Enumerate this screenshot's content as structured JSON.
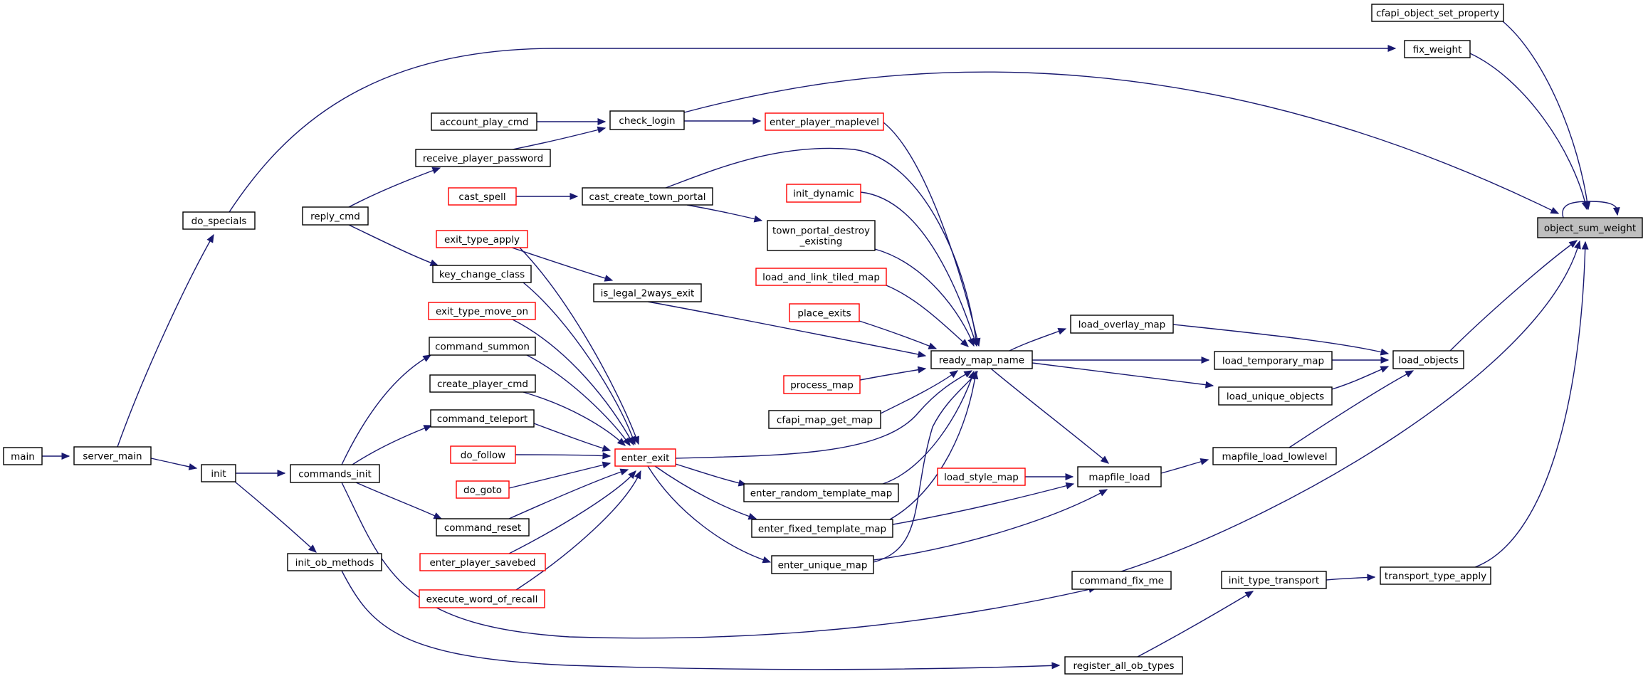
{
  "colors": {
    "edge": "#191970",
    "border_normal": "#000000",
    "border_truncated": "#ff0000",
    "focus_fill": "#bfbfbf",
    "node_fill": "#ffffff"
  },
  "focus_node": "object_sum_weight",
  "nodes": [
    {
      "id": "object_sum_weight",
      "lines": [
        "object_sum_weight"
      ],
      "style": "focus"
    },
    {
      "id": "cfapi_object_set_property",
      "lines": [
        "cfapi_object_set_property"
      ],
      "style": "normal"
    },
    {
      "id": "fix_weight",
      "lines": [
        "fix_weight"
      ],
      "style": "normal"
    },
    {
      "id": "load_objects",
      "lines": [
        "load_objects"
      ],
      "style": "normal"
    },
    {
      "id": "transport_type_apply",
      "lines": [
        "transport_type_apply"
      ],
      "style": "normal"
    },
    {
      "id": "init_type_transport",
      "lines": [
        "init_type_transport"
      ],
      "style": "normal"
    },
    {
      "id": "load_overlay_map",
      "lines": [
        "load_overlay_map"
      ],
      "style": "normal"
    },
    {
      "id": "load_temporary_map",
      "lines": [
        "load_temporary_map"
      ],
      "style": "normal"
    },
    {
      "id": "load_unique_objects",
      "lines": [
        "load_unique_objects"
      ],
      "style": "normal"
    },
    {
      "id": "mapfile_load_lowlevel",
      "lines": [
        "mapfile_load_lowlevel"
      ],
      "style": "normal"
    },
    {
      "id": "mapfile_load",
      "lines": [
        "mapfile_load"
      ],
      "style": "normal"
    },
    {
      "id": "load_style_map",
      "lines": [
        "load_style_map"
      ],
      "style": "truncated"
    },
    {
      "id": "command_fix_me",
      "lines": [
        "command_fix_me"
      ],
      "style": "normal"
    },
    {
      "id": "register_all_ob_types",
      "lines": [
        "register_all_ob_types"
      ],
      "style": "normal"
    },
    {
      "id": "ready_map_name",
      "lines": [
        "ready_map_name"
      ],
      "style": "normal"
    },
    {
      "id": "enter_player_maplevel",
      "lines": [
        "enter_player_maplevel"
      ],
      "style": "truncated"
    },
    {
      "id": "init_dynamic",
      "lines": [
        "init_dynamic"
      ],
      "style": "truncated"
    },
    {
      "id": "town_portal_destroy_existing",
      "lines": [
        "town_portal_destroy",
        "_existing"
      ],
      "style": "normal"
    },
    {
      "id": "load_and_link_tiled_map",
      "lines": [
        "load_and_link_tiled_map"
      ],
      "style": "truncated"
    },
    {
      "id": "place_exits",
      "lines": [
        "place_exits"
      ],
      "style": "truncated"
    },
    {
      "id": "process_map",
      "lines": [
        "process_map"
      ],
      "style": "truncated"
    },
    {
      "id": "cfapi_map_get_map",
      "lines": [
        "cfapi_map_get_map"
      ],
      "style": "normal"
    },
    {
      "id": "enter_random_template_map",
      "lines": [
        "enter_random_template_map"
      ],
      "style": "normal"
    },
    {
      "id": "enter_fixed_template_map",
      "lines": [
        "enter_fixed_template_map"
      ],
      "style": "normal"
    },
    {
      "id": "enter_unique_map",
      "lines": [
        "enter_unique_map"
      ],
      "style": "normal"
    },
    {
      "id": "check_login",
      "lines": [
        "check_login"
      ],
      "style": "normal"
    },
    {
      "id": "account_play_cmd",
      "lines": [
        "account_play_cmd"
      ],
      "style": "normal"
    },
    {
      "id": "receive_player_password",
      "lines": [
        "receive_player_password"
      ],
      "style": "normal"
    },
    {
      "id": "cast_spell",
      "lines": [
        "cast_spell"
      ],
      "style": "truncated"
    },
    {
      "id": "cast_create_town_portal",
      "lines": [
        "cast_create_town_portal"
      ],
      "style": "normal"
    },
    {
      "id": "exit_type_apply",
      "lines": [
        "exit_type_apply"
      ],
      "style": "truncated"
    },
    {
      "id": "is_legal_2ways_exit",
      "lines": [
        "is_legal_2ways_exit"
      ],
      "style": "normal"
    },
    {
      "id": "key_change_class",
      "lines": [
        "key_change_class"
      ],
      "style": "normal"
    },
    {
      "id": "exit_type_move_on",
      "lines": [
        "exit_type_move_on"
      ],
      "style": "truncated"
    },
    {
      "id": "command_summon",
      "lines": [
        "command_summon"
      ],
      "style": "normal"
    },
    {
      "id": "create_player_cmd",
      "lines": [
        "create_player_cmd"
      ],
      "style": "normal"
    },
    {
      "id": "command_teleport",
      "lines": [
        "command_teleport"
      ],
      "style": "normal"
    },
    {
      "id": "do_follow",
      "lines": [
        "do_follow"
      ],
      "style": "truncated"
    },
    {
      "id": "do_goto",
      "lines": [
        "do_goto"
      ],
      "style": "truncated"
    },
    {
      "id": "command_reset",
      "lines": [
        "command_reset"
      ],
      "style": "normal"
    },
    {
      "id": "enter_player_savebed",
      "lines": [
        "enter_player_savebed"
      ],
      "style": "truncated"
    },
    {
      "id": "execute_word_of_recall",
      "lines": [
        "execute_word_of_recall"
      ],
      "style": "truncated"
    },
    {
      "id": "enter_exit",
      "lines": [
        "enter_exit"
      ],
      "style": "truncated"
    },
    {
      "id": "reply_cmd",
      "lines": [
        "reply_cmd"
      ],
      "style": "normal"
    },
    {
      "id": "commands_init",
      "lines": [
        "commands_init"
      ],
      "style": "normal"
    },
    {
      "id": "init_ob_methods",
      "lines": [
        "init_ob_methods"
      ],
      "style": "normal"
    },
    {
      "id": "do_specials",
      "lines": [
        "do_specials"
      ],
      "style": "normal"
    },
    {
      "id": "init",
      "lines": [
        "init"
      ],
      "style": "normal"
    },
    {
      "id": "server_main",
      "lines": [
        "server_main"
      ],
      "style": "normal"
    },
    {
      "id": "main",
      "lines": [
        "main"
      ],
      "style": "normal"
    }
  ],
  "edges": [
    {
      "from": "cfapi_object_set_property",
      "to": "object_sum_weight"
    },
    {
      "from": "fix_weight",
      "to": "object_sum_weight"
    },
    {
      "from": "load_objects",
      "to": "object_sum_weight"
    },
    {
      "from": "transport_type_apply",
      "to": "object_sum_weight"
    },
    {
      "from": "object_sum_weight",
      "to": "object_sum_weight"
    },
    {
      "from": "check_login",
      "to": "object_sum_weight"
    },
    {
      "from": "command_fix_me",
      "to": "object_sum_weight"
    },
    {
      "from": "do_specials",
      "to": "fix_weight"
    },
    {
      "from": "load_overlay_map",
      "to": "load_objects"
    },
    {
      "from": "load_temporary_map",
      "to": "load_objects"
    },
    {
      "from": "load_unique_objects",
      "to": "load_objects"
    },
    {
      "from": "mapfile_load_lowlevel",
      "to": "load_objects"
    },
    {
      "from": "init_type_transport",
      "to": "transport_type_apply"
    },
    {
      "from": "register_all_ob_types",
      "to": "init_type_transport"
    },
    {
      "from": "ready_map_name",
      "to": "load_overlay_map"
    },
    {
      "from": "ready_map_name",
      "to": "load_temporary_map"
    },
    {
      "from": "ready_map_name",
      "to": "load_unique_objects"
    },
    {
      "from": "ready_map_name",
      "to": "mapfile_load"
    },
    {
      "from": "mapfile_load",
      "to": "mapfile_load_lowlevel"
    },
    {
      "from": "load_style_map",
      "to": "mapfile_load"
    },
    {
      "from": "enter_fixed_template_map",
      "to": "mapfile_load"
    },
    {
      "from": "enter_unique_map",
      "to": "mapfile_load"
    },
    {
      "from": "enter_player_maplevel",
      "to": "ready_map_name"
    },
    {
      "from": "cast_create_town_portal",
      "to": "ready_map_name"
    },
    {
      "from": "init_dynamic",
      "to": "ready_map_name"
    },
    {
      "from": "town_portal_destroy_existing",
      "to": "ready_map_name"
    },
    {
      "from": "load_and_link_tiled_map",
      "to": "ready_map_name"
    },
    {
      "from": "place_exits",
      "to": "ready_map_name"
    },
    {
      "from": "is_legal_2ways_exit",
      "to": "ready_map_name"
    },
    {
      "from": "process_map",
      "to": "ready_map_name"
    },
    {
      "from": "cfapi_map_get_map",
      "to": "ready_map_name"
    },
    {
      "from": "enter_exit",
      "to": "ready_map_name"
    },
    {
      "from": "enter_random_template_map",
      "to": "ready_map_name"
    },
    {
      "from": "enter_fixed_template_map",
      "to": "ready_map_name"
    },
    {
      "from": "enter_unique_map",
      "to": "ready_map_name"
    },
    {
      "from": "check_login",
      "to": "enter_player_maplevel"
    },
    {
      "from": "account_play_cmd",
      "to": "check_login"
    },
    {
      "from": "receive_player_password",
      "to": "check_login"
    },
    {
      "from": "reply_cmd",
      "to": "receive_player_password"
    },
    {
      "from": "cast_spell",
      "to": "cast_create_town_portal"
    },
    {
      "from": "cast_create_town_portal",
      "to": "town_portal_destroy_existing"
    },
    {
      "from": "exit_type_apply",
      "to": "is_legal_2ways_exit"
    },
    {
      "from": "exit_type_apply",
      "to": "enter_exit"
    },
    {
      "from": "key_change_class",
      "to": "enter_exit"
    },
    {
      "from": "exit_type_move_on",
      "to": "enter_exit"
    },
    {
      "from": "command_summon",
      "to": "enter_exit"
    },
    {
      "from": "create_player_cmd",
      "to": "enter_exit"
    },
    {
      "from": "command_teleport",
      "to": "enter_exit"
    },
    {
      "from": "do_follow",
      "to": "enter_exit"
    },
    {
      "from": "do_goto",
      "to": "enter_exit"
    },
    {
      "from": "command_reset",
      "to": "enter_exit"
    },
    {
      "from": "enter_player_savebed",
      "to": "enter_exit"
    },
    {
      "from": "execute_word_of_recall",
      "to": "enter_exit"
    },
    {
      "from": "enter_exit",
      "to": "enter_random_template_map"
    },
    {
      "from": "enter_exit",
      "to": "enter_fixed_template_map"
    },
    {
      "from": "enter_exit",
      "to": "enter_unique_map"
    },
    {
      "from": "reply_cmd",
      "to": "key_change_class"
    },
    {
      "from": "commands_init",
      "to": "command_summon"
    },
    {
      "from": "commands_init",
      "to": "command_teleport"
    },
    {
      "from": "commands_init",
      "to": "command_reset"
    },
    {
      "from": "commands_init",
      "to": "command_fix_me"
    },
    {
      "from": "init",
      "to": "commands_init"
    },
    {
      "from": "init",
      "to": "init_ob_methods"
    },
    {
      "from": "init_ob_methods",
      "to": "register_all_ob_types"
    },
    {
      "from": "server_main",
      "to": "do_specials"
    },
    {
      "from": "server_main",
      "to": "init"
    },
    {
      "from": "main",
      "to": "server_main"
    }
  ]
}
